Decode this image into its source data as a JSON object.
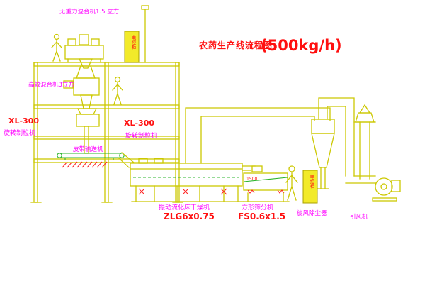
{
  "title": {
    "main": "农药生产线流程图",
    "capacity": "(500kg/h)"
  },
  "labels": {
    "top_mixer": "无重力混合机1.5 立方",
    "mid_mixer": "高效混合机3立方",
    "granulator_left_model": "XL-300",
    "granulator_left_name": "旋转制粒机",
    "granulator_center_model": "XL-300",
    "granulator_center_name": "旋转制粒机",
    "belt_conveyor": "皮带输送机",
    "dryer_name": "振动流化床干燥机",
    "dryer_model": "ZLG6x0.75",
    "sieve_name": "方形筛分机",
    "sieve_model": "FS0.6x1.5",
    "sieve_dim": "1500",
    "dust_collector": "旋风除尘器",
    "fan": "引风机",
    "cabinet1": "电控柜",
    "cabinet2": "电控柜"
  },
  "colors": {
    "line_yellow": "#ccc800",
    "line_green": "#2db42d",
    "label_magenta": "#ff00ff",
    "label_red": "#ff1010",
    "background": "#ffffff"
  }
}
